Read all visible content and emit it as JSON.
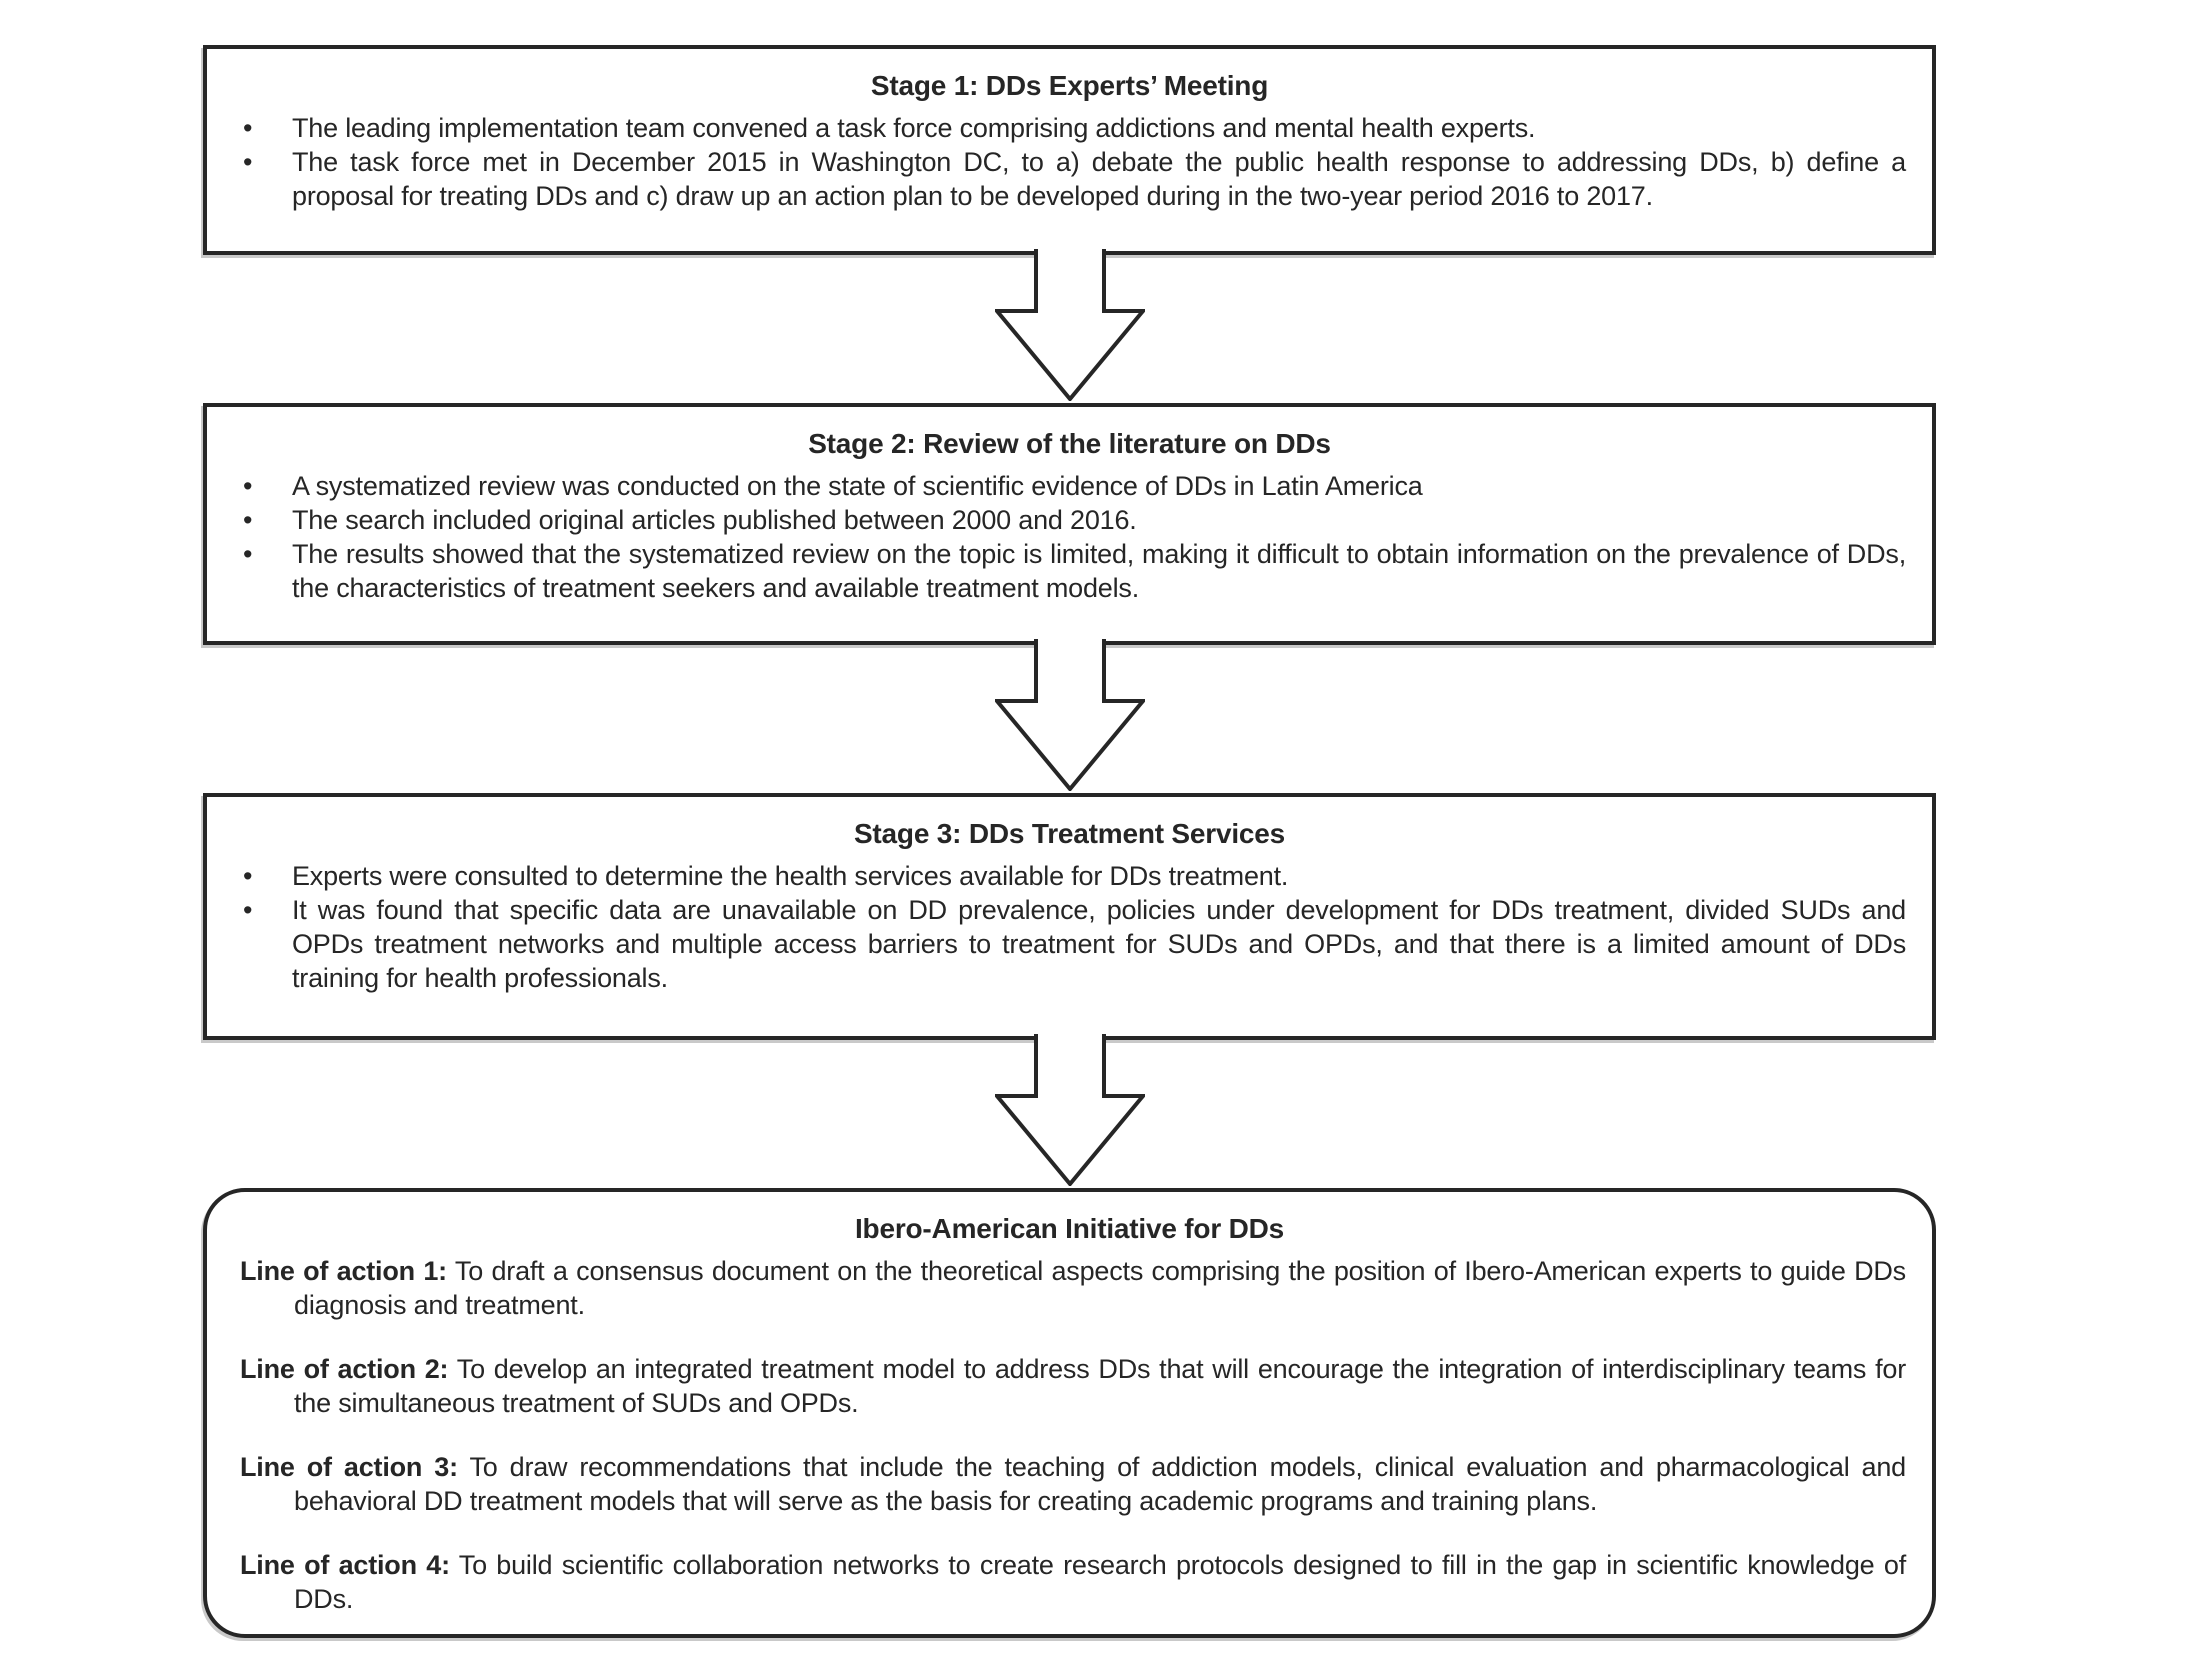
{
  "diagram": {
    "bullet_glyph": "•",
    "colors": {
      "ink": "#262626",
      "background": "#ffffff",
      "shadow": "#c9c9c9"
    },
    "stages": [
      {
        "title": "Stage 1: DDs Experts’ Meeting",
        "bullets": [
          "The leading implementation team convened a task force comprising addictions and mental health experts.",
          "The task force met in December 2015 in Washington DC, to a) debate the public health response to addressing DDs, b) define a proposal for treating DDs and c) draw up an action plan to be developed during in the two-year period 2016 to 2017."
        ]
      },
      {
        "title": "Stage 2: Review of the literature on DDs",
        "bullets": [
          "A systematized review was conducted on the state of scientific evidence of DDs in Latin America",
          "The search included original articles published between 2000 and 2016.",
          "The results showed that the systematized review on the topic is limited, making it difficult to obtain information on the prevalence of DDs, the characteristics of treatment seekers and available treatment models."
        ]
      },
      {
        "title": "Stage 3: DDs Treatment Services",
        "bullets": [
          "Experts were consulted to determine the health services available for DDs treatment.",
          "It was found that specific data are unavailable on DD prevalence, policies under development for DDs treatment, divided SUDs and OPDs treatment networks and multiple access barriers to treatment for SUDs and OPDs, and that there is a limited amount of DDs training for health professionals."
        ]
      }
    ],
    "outcome": {
      "title": "Ibero-American Initiative for DDs",
      "lines_of_action": [
        {
          "label": "Line of action 1:",
          "text": "To draft a consensus document on the theoretical aspects comprising the position of Ibero-American experts to guide DDs diagnosis and treatment."
        },
        {
          "label": "Line of action 2:",
          "text": "To develop an integrated treatment model to address DDs that will encourage the integration of interdisciplinary teams for the simultaneous treatment of SUDs and OPDs."
        },
        {
          "label": "Line of action 3:",
          "text": "To draw recommendations that include the teaching of addiction models, clinical evaluation and pharmacological and behavioral DD treatment models that will serve as the basis for creating academic programs and training plans."
        },
        {
          "label": "Line of action 4:",
          "text": "To build scientific collaboration networks to create research protocols designed to fill in the gap in scientific knowledge of DDs."
        }
      ]
    }
  }
}
